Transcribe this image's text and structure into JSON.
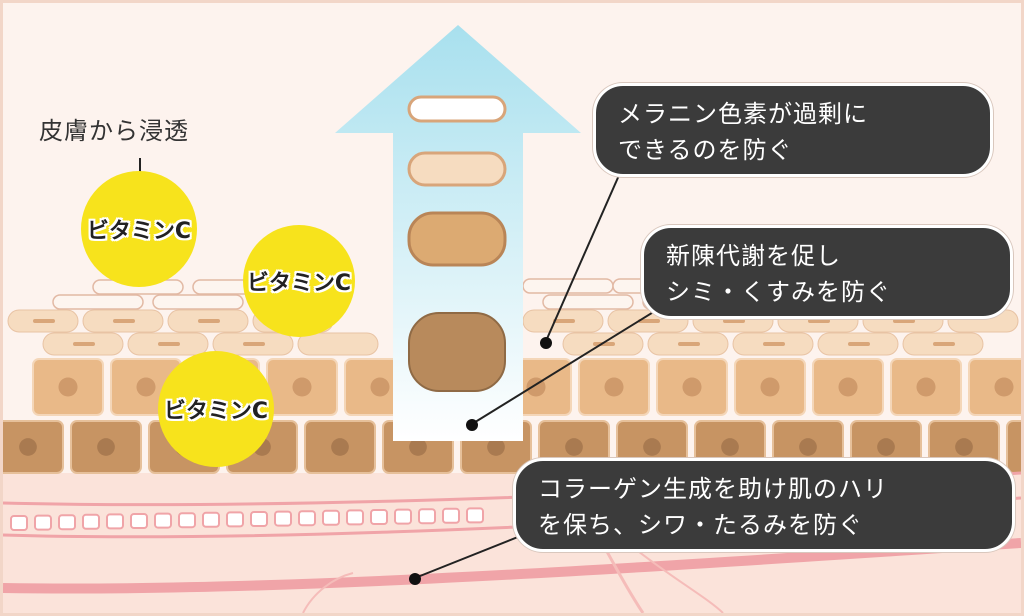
{
  "diagram": {
    "permeation_label": "皮膚から浸透",
    "vitamin_labels": [
      "ビタミンC",
      "ビタミンC",
      "ビタミンC"
    ],
    "callouts": [
      {
        "lines": [
          "メラニン色素が過剰に",
          "できるのを防ぐ"
        ]
      },
      {
        "lines": [
          "新陳代謝を促し",
          "シミ・くすみを防ぐ"
        ]
      },
      {
        "lines": [
          "コラーゲン生成を助け肌のハリ",
          "を保ち、シワ・たるみを防ぐ"
        ]
      }
    ],
    "colors": {
      "background": "#fdf3ee",
      "vitamin": "#f7e31c",
      "callout": "#3b3b3b",
      "arrow_top": "#a8e0ee",
      "arrow_bottom": "#ffffff",
      "melanin_light": "#ffffff",
      "melanin_pale": "#f6dcc0",
      "melanin_mid": "#dcaa72",
      "melanin_dark": "#b88a5c",
      "collagen": "#f0a4a8"
    }
  }
}
